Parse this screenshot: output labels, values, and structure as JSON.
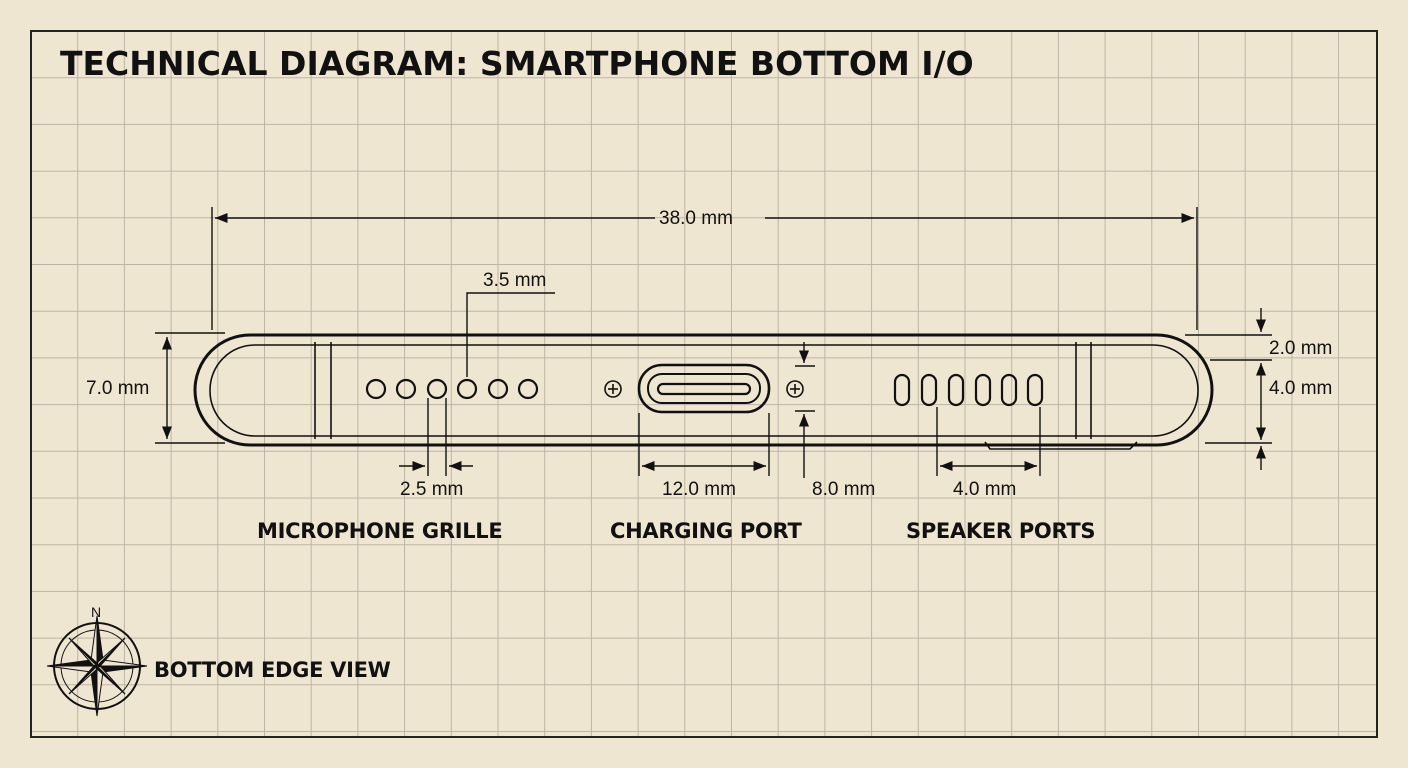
{
  "title": "TECHNICAL DIAGRAM: SMARTPHONE BOTTOM I/O",
  "dimensions": {
    "overall_width": "38.0 mm",
    "mic_hole_diameter": "3.5 mm",
    "mic_hole_spacing": "2.5 mm",
    "phone_thickness": "7.0 mm",
    "port_width": "12.0 mm",
    "port_height": "8.0 mm",
    "speaker_span": "4.0 mm",
    "right_top": "2.0 mm",
    "right_middle": "4.0 mm"
  },
  "labels": {
    "microphone": "MICROPHONE GRILLE",
    "charging": "CHARGING PORT",
    "speaker": "SPEAKER PORTS"
  },
  "compass": {
    "north_label": "N",
    "caption": "BOTTOM EDGE VIEW"
  },
  "colors": {
    "paper": "#efe6d2",
    "grid": "#bdb5a3",
    "ink": "#111111"
  }
}
